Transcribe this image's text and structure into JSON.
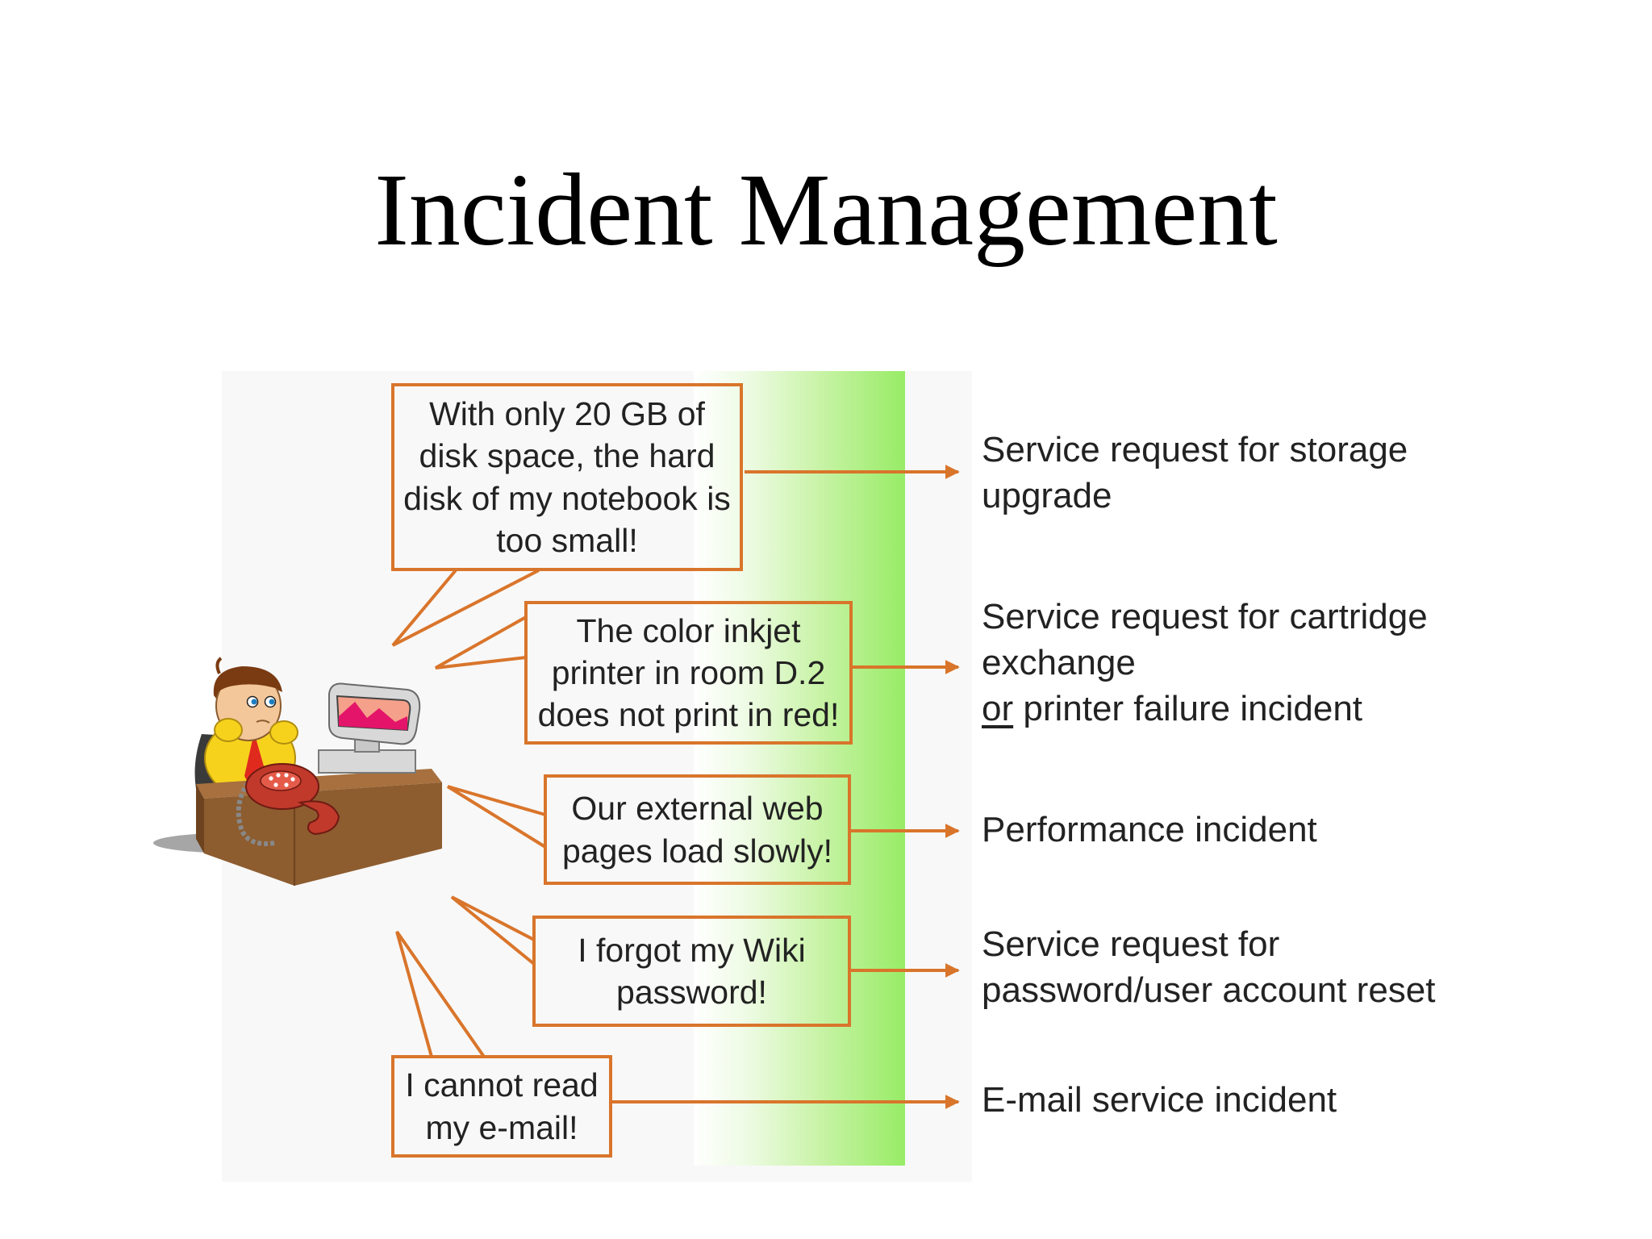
{
  "title": "Incident Management",
  "accent_color": "#d9752b",
  "band_color": "#98ec66",
  "icon": "user-at-desk-illustration",
  "items": [
    {
      "bubble_lines": [
        "With only 20 GB of",
        "disk space, the hard",
        "disk of my notebook is",
        "too small!"
      ],
      "label_lines": [
        "Service request for storage",
        "upgrade"
      ]
    },
    {
      "bubble_lines": [
        "The color inkjet",
        "printer in room D.2",
        "does not print in red!"
      ],
      "label_lines": [
        "Service request for cartridge",
        "exchange"
      ],
      "label_or": "or",
      "label_or_rest": " printer failure incident"
    },
    {
      "bubble_lines": [
        "Our external web",
        "pages load slowly!"
      ],
      "label_lines": [
        "Performance incident"
      ]
    },
    {
      "bubble_lines": [
        "I forgot my Wiki",
        "password!"
      ],
      "label_lines": [
        "Service request for",
        "password/user account reset"
      ]
    },
    {
      "bubble_lines": [
        "I cannot read",
        "my e-mail!"
      ],
      "label_lines": [
        "E-mail service incident"
      ]
    }
  ]
}
